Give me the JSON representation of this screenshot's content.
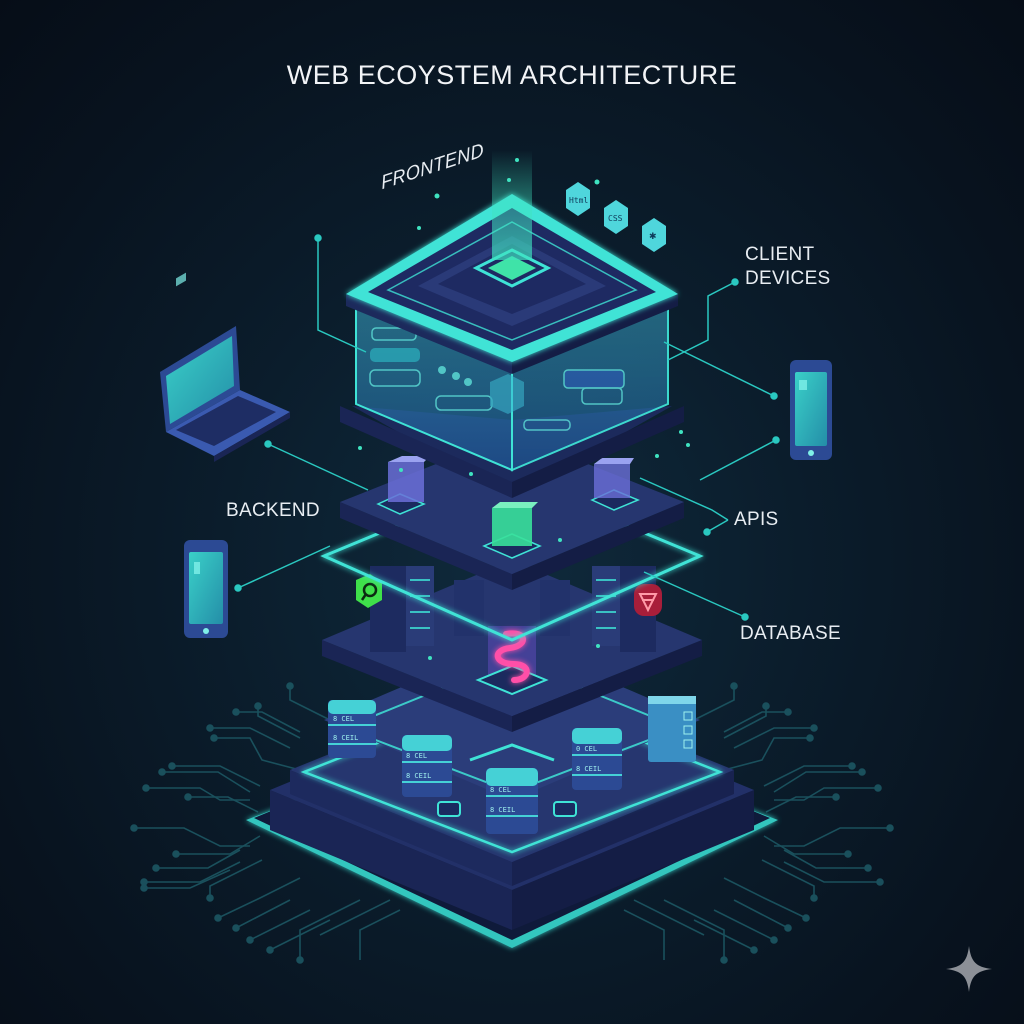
{
  "title": "WEB ECOYSTEM ARCHITECTURE",
  "labels": {
    "frontend": "FRONTEND",
    "client_devices_line1": "CLIENT",
    "client_devices_line2": "DEVICES",
    "backend": "BACKEND",
    "apis": "APIS",
    "database": "DATABASE"
  },
  "tech_badges": [
    {
      "name": "html-badge",
      "text": "Html"
    },
    {
      "name": "css-badge",
      "text": "CSS"
    },
    {
      "name": "js-badge",
      "text": "✱"
    }
  ],
  "database_stack_text": [
    "8 CEL",
    "8 CEIL"
  ],
  "colors": {
    "accent_cyan": "#3fe3d6",
    "accent_teal": "#22c6c0",
    "layer_dark": "#1c2a5a",
    "layer_mid": "#2a3c78",
    "screen_teal": "#39c6c4",
    "cube_green": "#39e09a",
    "cube_purple": "#6b6fd8",
    "snake_pink": "#ff4fa8",
    "badge_green": "#3fe04a",
    "badge_red": "#a81e3a",
    "text": "#e8edf2",
    "sparkle": "#8c9097"
  }
}
